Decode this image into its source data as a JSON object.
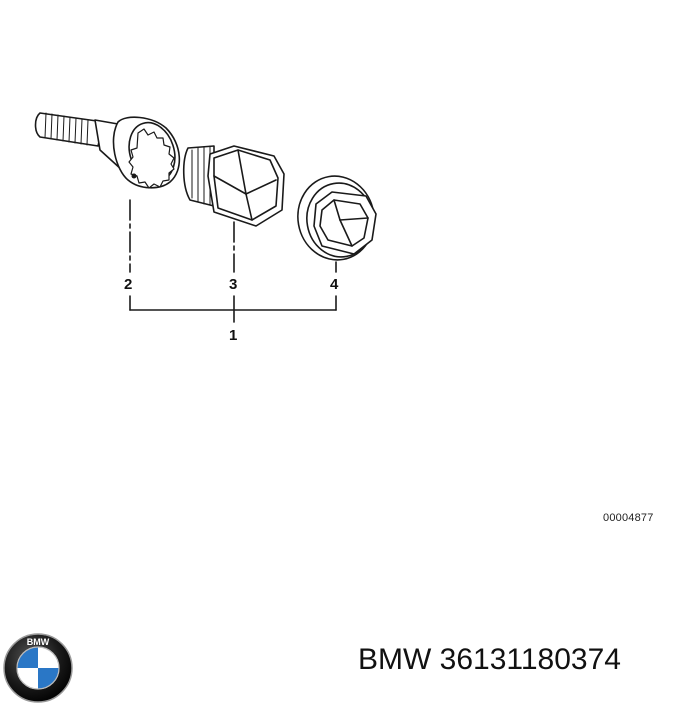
{
  "diagram": {
    "parts": [
      {
        "number": "2",
        "depicts": "wheel bolt"
      },
      {
        "number": "3",
        "depicts": "locking adapter"
      },
      {
        "number": "4",
        "depicts": "cap"
      }
    ],
    "group_number": "1",
    "drawing_id": "00004877"
  },
  "caption": {
    "text": "BMW 36131180374"
  },
  "logo": {
    "name": "bmw-roundel-logo",
    "text": "BMW",
    "colors": {
      "ring": "#1a1a1a",
      "blue": "#2a77c6",
      "white": "#ffffff"
    }
  }
}
